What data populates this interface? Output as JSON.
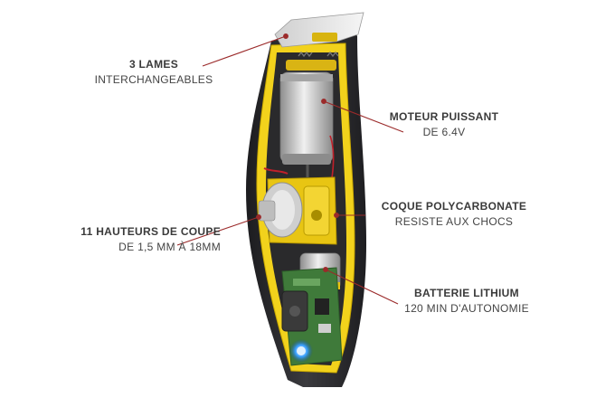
{
  "callouts": [
    {
      "title": "3 LAMES",
      "subtitle": "INTERCHANGEABLES"
    },
    {
      "title": "MOTEUR PUISSANT",
      "subtitle": "DE 6.4V"
    },
    {
      "title": "COQUE POLYCARBONATE",
      "subtitle": "RESISTE AUX CHOCS"
    },
    {
      "title": "11 HAUTEURS DE COUPE",
      "subtitle": "DE 1,5 MM À 18MM"
    },
    {
      "title": "BATTERIE LITHIUM",
      "subtitle": "120 MIN D'AUTONOMIE"
    }
  ],
  "colors": {
    "leader_line": "#9b2a2a",
    "shell_yellow": "#f2d21c",
    "shell_dark": "#2b2b2e",
    "motor_silver": "#c9c9c9",
    "pcb_green": "#3f7a3a",
    "led_blue": "#3aa0ff"
  }
}
